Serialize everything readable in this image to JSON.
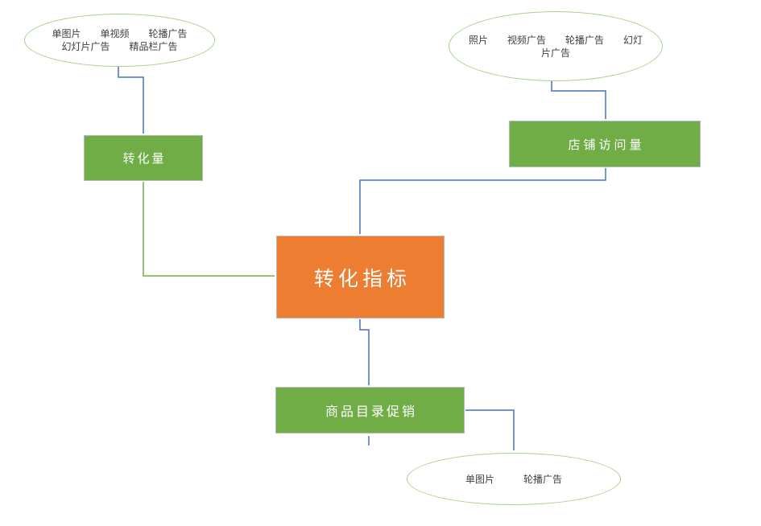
{
  "diagram": {
    "colors": {
      "green_fill": "#70AD47",
      "orange_fill": "#ED7D31",
      "blue_connector": "#4472C4",
      "green_connector": "#70AD47",
      "ellipse_stroke": "#A9D18E",
      "box_border": "#B8B8B8",
      "box_text": "#FFFFFF",
      "ellipse_text": "#404040"
    },
    "nodes": {
      "ad_formats_left": {
        "type": "ellipse",
        "lines": [
          "单图片　　单视频　　轮播广告",
          "幻灯片广告　　精品栏广告"
        ]
      },
      "conversion_volume": {
        "type": "box",
        "label": "转化量"
      },
      "ad_formats_right": {
        "type": "ellipse",
        "lines": [
          "照片　　视频广告　　轮播广告　　幻灯",
          "片广告"
        ]
      },
      "store_visits": {
        "type": "box",
        "label": "店铺访问量"
      },
      "conversion_metric": {
        "type": "box",
        "label": "转化指标"
      },
      "catalog_promotion": {
        "type": "box",
        "label": "商品目录促销"
      },
      "ad_formats_bottom": {
        "type": "ellipse",
        "lines": [
          "单图片　　　轮播广告"
        ]
      }
    }
  }
}
